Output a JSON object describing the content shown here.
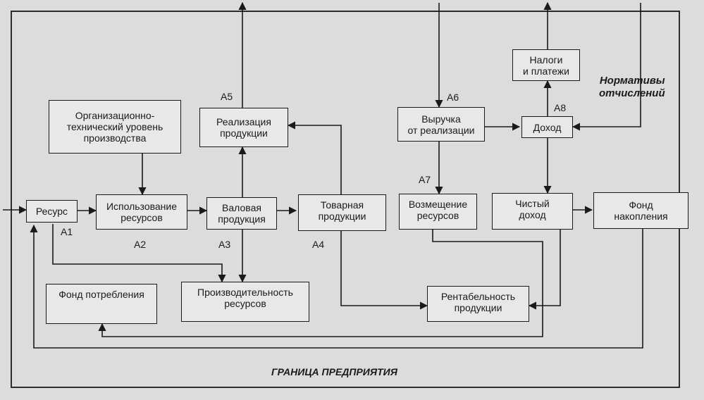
{
  "boxes": {
    "org_level": "Организационно-\nтехнический уровень\nпроизводства",
    "resource": "Ресурс",
    "resource_use": "Использование\nресурсов",
    "gross_output": "Валовая\nпродукция",
    "commodity_output": "Товарная\nпродукции",
    "realization": "Реализация\nпродукции",
    "consumption_fund": "Фонд потребления",
    "productivity": "Производительность\nресурсов",
    "revenue": "Выручка\nот реализации",
    "taxes": "Налоги\nи платежи",
    "income": "Доход",
    "reimbursement": "Возмещение\nресурсов",
    "net_income": "Чистый\nдоход",
    "accumulation_fund": "Фонд\nнакопления",
    "profitability": "Рентабельность\nпродукции"
  },
  "labels": {
    "a1": "А1",
    "a2": "А2",
    "a3": "А3",
    "a4": "А4",
    "a5": "А5",
    "a6": "А6",
    "a7": "А7",
    "a8": "А8"
  },
  "norms": "Нормативы\nотчислений",
  "border_caption": "ГРАНИЦА ПРЕДПРИЯТИЯ"
}
